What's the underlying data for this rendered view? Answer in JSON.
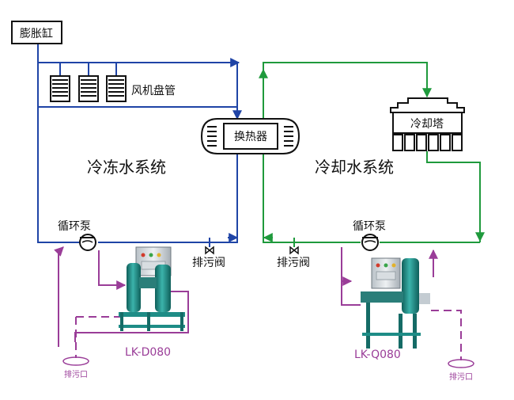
{
  "labels": {
    "expansion_tank": "膨胀缸",
    "fan_coil": "风机盘管",
    "heat_exchanger": "换热器",
    "cooling_tower": "冷却塔",
    "chilled_water_system": "冷冻水系统",
    "cooling_water_system": "冷却水系统",
    "pump_left": "循环泵",
    "pump_right": "循环泵",
    "drain_valve_left": "排污阀",
    "drain_valve_right": "排污阀",
    "device_left_model": "LK-D080",
    "device_right_model": "LK-Q080",
    "drain_outlet_left": "排污口",
    "drain_outlet_right": "排污口"
  },
  "colors": {
    "chilled_loop": "#1f44a6",
    "cooling_loop": "#1f9a3c",
    "treatment_pipe": "#9a3d98",
    "equipment_teal": "#1e8c86",
    "model_text": "#9a3d98",
    "outline": "#111111"
  }
}
